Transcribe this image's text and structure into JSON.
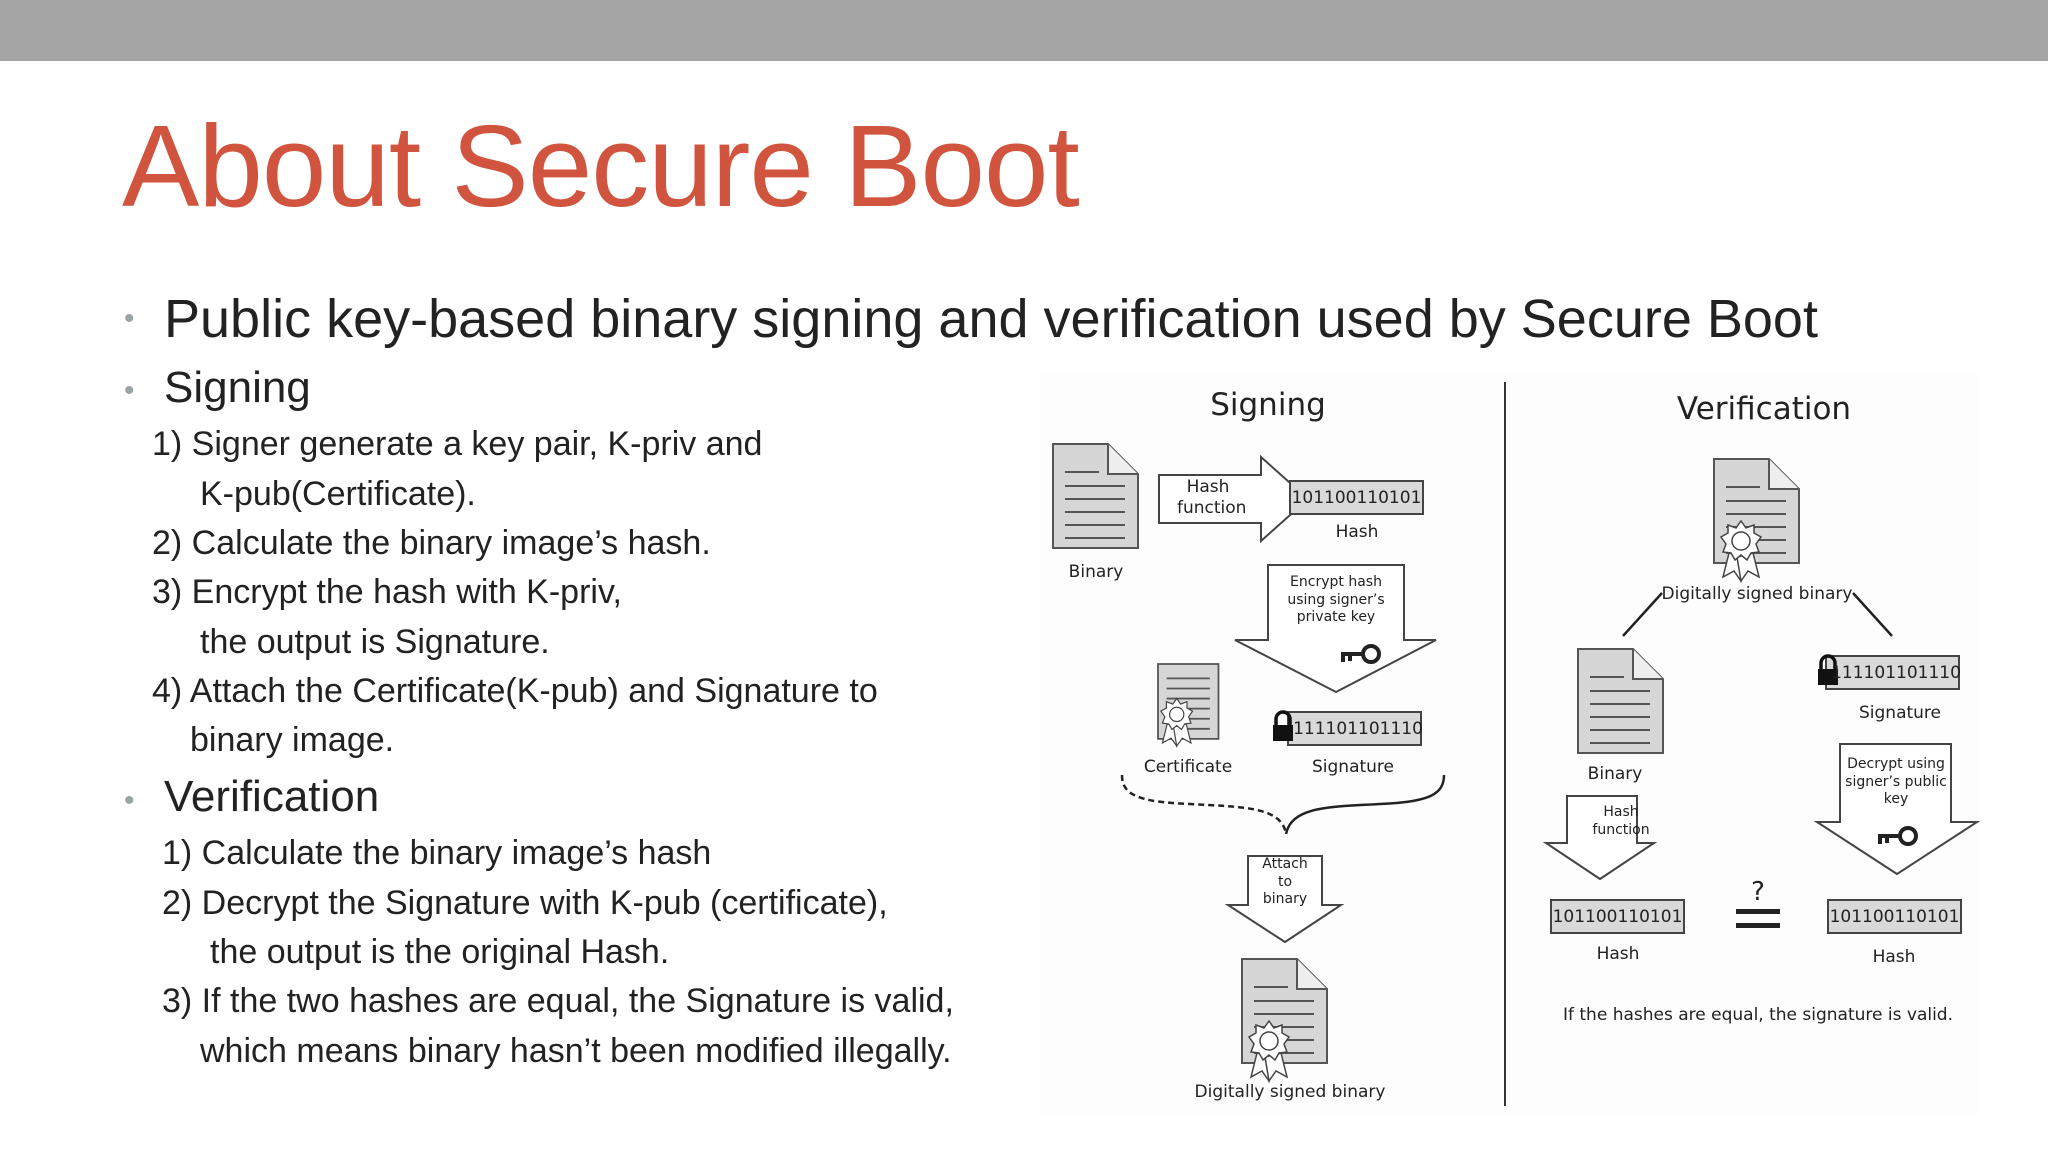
{
  "slide": {
    "title": "About Secure Boot",
    "bullets": [
      {
        "text": "Public key-based binary signing and verification used by Secure Boot"
      },
      {
        "text": "Signing",
        "lines": [
          "1) Signer generate a key pair, K-priv and",
          "K-pub(Certificate).",
          "2) Calculate the binary image’s hash.",
          "3) Encrypt the hash with K-priv,",
          "the output is Signature.",
          "4) Attach the Certificate(K-pub) and Signature to",
          "binary image."
        ]
      },
      {
        "text": "Verification",
        "lines": [
          "1) Calculate the binary image’s hash",
          "2) Decrypt the Signature with K-pub (certificate),",
          "the output is the original Hash.",
          "3) If the two hashes are equal, the Signature is valid,",
          "which means binary hasn’t been modified illegally."
        ]
      }
    ]
  },
  "figure": {
    "signing": {
      "title": "Signing",
      "binary_label": "Binary",
      "hash_function": "Hash function",
      "hash_value": "101100110101",
      "hash_label": "Hash",
      "encrypt_label": "Encrypt hash using signer’s private key",
      "certificate_label": "Certificate",
      "signature_value": "111101101110",
      "signature_label": "Signature",
      "attach_label": "Attach to binary",
      "signed_label": "Digitally signed binary"
    },
    "verification": {
      "title": "Verification",
      "signed_label": "Digitally signed binary",
      "binary_label": "Binary",
      "signature_value": "111101101110",
      "signature_label": "Signature",
      "hash_function": "Hash function",
      "decrypt_label": "Decrypt using signer’s public key",
      "question": "?",
      "hash_value_left": "101100110101",
      "hash_value_right": "101100110101",
      "hash_label": "Hash",
      "conclusion": "If the hashes are equal, the signature is valid."
    },
    "icons": [
      "document-icon",
      "certificate-seal-icon",
      "key-icon",
      "lock-icon",
      "equals-icon"
    ]
  }
}
